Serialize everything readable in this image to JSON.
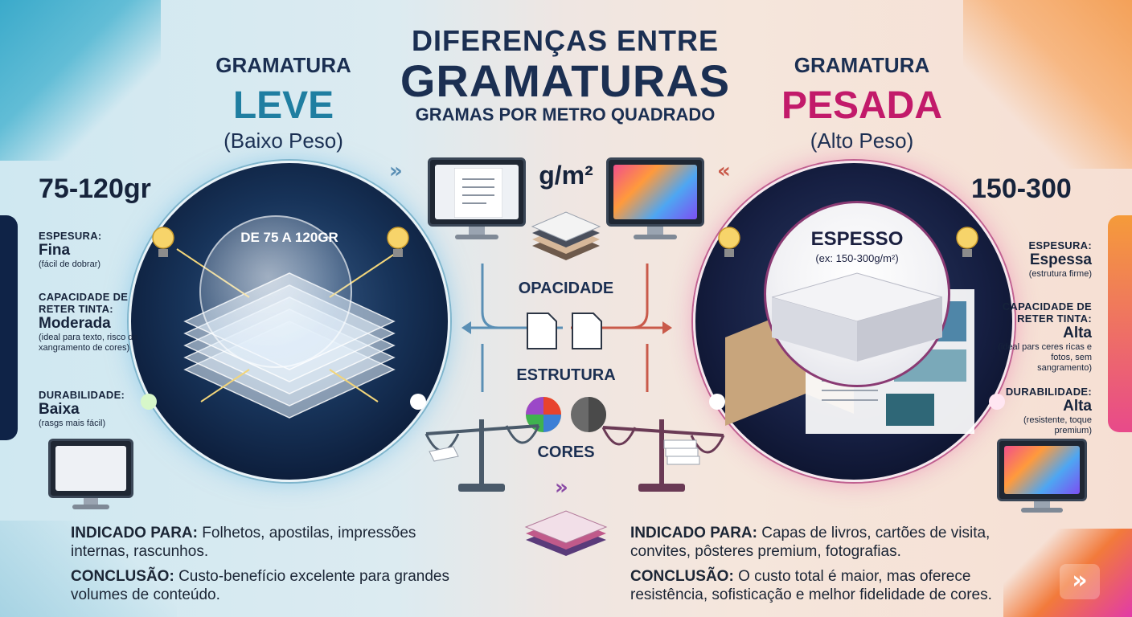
{
  "title": {
    "line1": "DIFERENÇAS ENTRE",
    "line2": "GRAMATURAS",
    "line3": "GRAMAS POR METRO QUADRADO"
  },
  "unit": "g/m²",
  "left": {
    "label": "GRAMATURA",
    "name": "LEVE",
    "subtitle": "(Baixo Peso)",
    "range": "75-120gr",
    "circle_text": "DE 75 A 120GR",
    "attributes": [
      {
        "label": "ESPESURA:",
        "value": "Fina",
        "note": "(fácil de dobrar)"
      },
      {
        "label": "CAPACIDADE DE RETER TINTA:",
        "value": "Moderada",
        "note": "(ideal para texto, risco de xangramento de cores)"
      },
      {
        "label": "DURABILIDADE:",
        "value": "Baixa",
        "note": "(rasgs mais fácil)"
      }
    ],
    "indicado_label": "INDICADO PARA:",
    "indicado_text": "Folhetos, apostilas, impressões internas, rascunhos.",
    "conclusao_label": "CONCLUSÃO:",
    "conclusao_text": "Custo-benefício excelente para grandes volumes de conteúdo."
  },
  "right": {
    "label": "GRAMATURA",
    "name": "PESADA",
    "subtitle": "(Alto Peso)",
    "range": "150-300",
    "circle_title": "ESPESSO",
    "circle_sub": "(ex: 150-300g/m²)",
    "attributes": [
      {
        "label": "ESPESURA:",
        "value": "Espessa",
        "note": "(estrutura firme)"
      },
      {
        "label": "CAPACIDADE DE RETER TINTA:",
        "value": "Alta",
        "note": "(ideal pars ceres ricas e fotos, sem sangramento)"
      },
      {
        "label": "DURABILIDADE:",
        "value": "Alta",
        "note": "(resistente, toque premium)"
      }
    ],
    "indicado_label": "INDICADO PARA:",
    "indicado_text": "Capas de livros, cartões de visita, convites, pôsteres premium, fotografias.",
    "conclusao_label": "CONCLUSÃO:",
    "conclusao_text": "O custo total é maior, mas oferece resistência, sofisticação e melhor fidelidade de cores."
  },
  "center": {
    "items": [
      "OPACIDADE",
      "ESTRUTURA",
      "CORES"
    ]
  },
  "colors": {
    "navy": "#1b2f52",
    "leve": "#1f7ea1",
    "pesada": "#c21a6a"
  }
}
